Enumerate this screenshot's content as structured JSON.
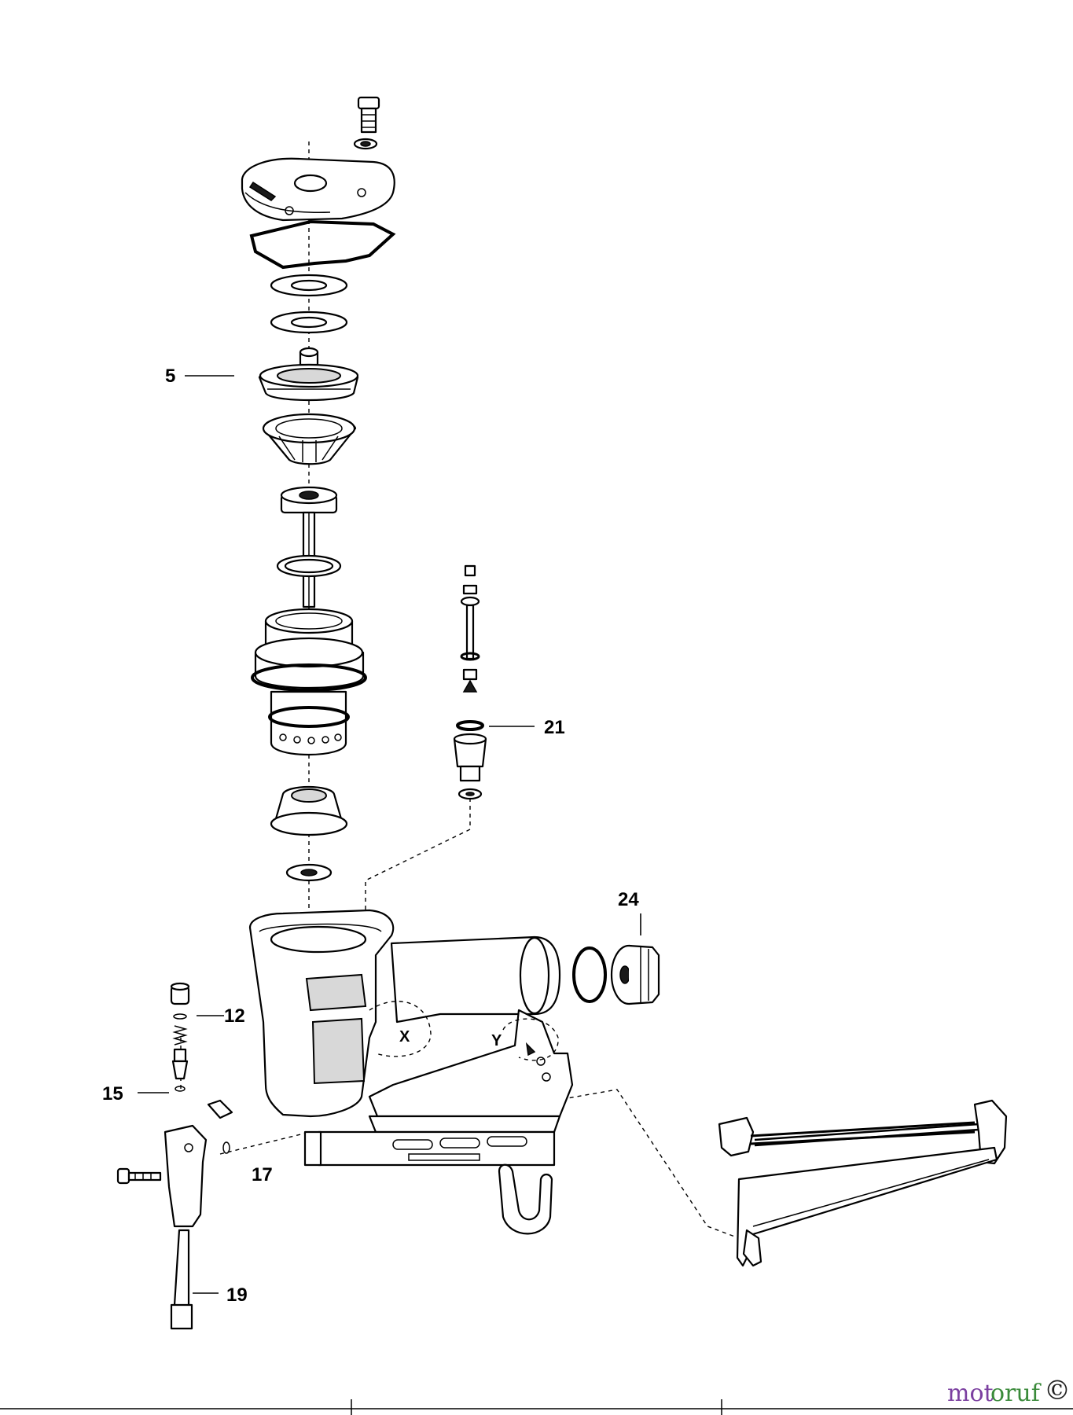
{
  "callouts": [
    {
      "id": "c5",
      "label": "5"
    },
    {
      "id": "c21",
      "label": "21"
    },
    {
      "id": "c24",
      "label": "24"
    },
    {
      "id": "c12",
      "label": "12"
    },
    {
      "id": "c15",
      "label": "15"
    },
    {
      "id": "c17",
      "label": "17"
    },
    {
      "id": "c19",
      "label": "19"
    }
  ],
  "zones": {
    "x": "X",
    "y": "Y"
  },
  "watermark": {
    "part_a": "mot",
    "part_b": "oruf",
    "suffix": "©"
  }
}
